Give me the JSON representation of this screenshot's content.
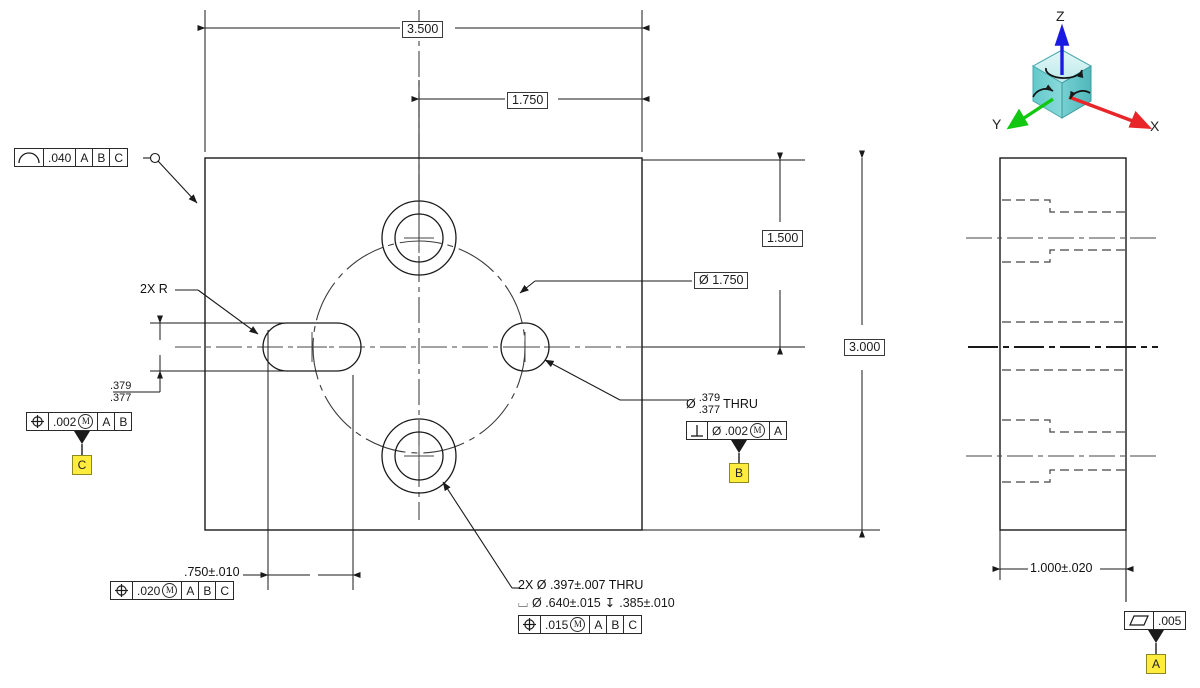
{
  "drawing": {
    "title": "Orthographic engineering drawing with GD&T",
    "views": {
      "front": "front-view",
      "side": "right-side-view"
    }
  },
  "dimensions": {
    "width_overall": "3.500",
    "width_half": "1.750",
    "height_half": "1.500",
    "height_overall": "3.000",
    "bolt_circle": "Ø 1.750",
    "slot_to_hole": ".750±.010",
    "thickness": "1.000±.020",
    "slot_width_upper": ".379",
    "slot_width_lower": ".377",
    "radius_note": "2X R"
  },
  "callouts": {
    "hole_right": {
      "dia_symbol": "Ø",
      "upper": ".379",
      "lower": ".377",
      "suffix": "THRU"
    },
    "holes_2x": {
      "line1": "2X  Ø .397±.007 THRU",
      "line2_cbore_sym": "⌴",
      "line2_dia": "Ø .640±.015",
      "line2_depth_sym": "↧",
      "line2_depth": ".385±.010"
    }
  },
  "fcf": {
    "profile_top_left": {
      "symbol": "profile-of-surface",
      "tolerance": ".040",
      "datums": [
        "A",
        "B",
        "C"
      ]
    },
    "position_slot": {
      "symbol": "position",
      "tolerance": ".002",
      "modifier": "M",
      "datums": [
        "A",
        "B"
      ],
      "datum_label": "C"
    },
    "position_slot_location": {
      "symbol": "position",
      "tolerance": ".020",
      "modifier": "M",
      "datums": [
        "A",
        "B",
        "C"
      ]
    },
    "perpendicularity_hole": {
      "symbol": "perpendicularity",
      "dia_symbol": "Ø",
      "tolerance": ".002",
      "modifier": "M",
      "datums": [
        "A"
      ],
      "datum_label": "B"
    },
    "position_2x_holes": {
      "symbol": "position",
      "tolerance": ".015",
      "modifier": "M",
      "datums": [
        "A",
        "B",
        "C"
      ]
    },
    "parallelism_bottom": {
      "symbol": "parallelism",
      "tolerance": ".005",
      "datum_label": "A"
    }
  },
  "datums": {
    "A": "A",
    "B": "B",
    "C": "C"
  },
  "axis_triad": {
    "x_label": "X",
    "y_label": "Y",
    "z_label": "Z",
    "colors": {
      "x": "#e8262a",
      "y": "#12c712",
      "z": "#1a1ae0",
      "cube_front": "#6ecfd0",
      "cube_side": "#55bcbe",
      "cube_top": "#cdeef0"
    }
  },
  "symbols": {
    "position": "⌖",
    "profile_surface": "profile-arc",
    "perpendicularity": "⊥",
    "parallelism": "∥",
    "counterbore": "⌴",
    "depth": "↧",
    "diameter": "Ø",
    "mmc": "M"
  }
}
